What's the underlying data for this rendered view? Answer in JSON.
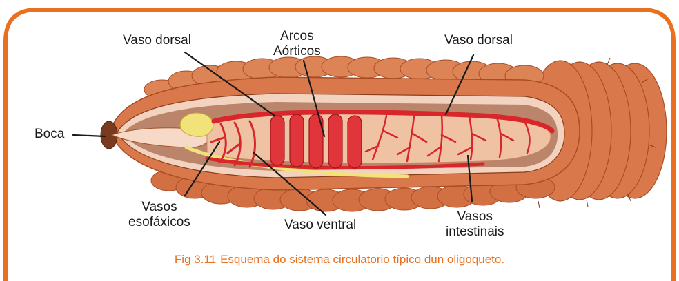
{
  "colors": {
    "frame": "#e8701f",
    "caption": "#e8701f",
    "worm_body": "#d9794b",
    "worm_inner": "#f3d2bf",
    "vessel": "#d8262b",
    "gut": "#efc2a4",
    "yellow": "#f2e27a"
  },
  "labels": {
    "boca": "Boca",
    "vaso_dorsal_left": "Vaso dorsal",
    "arcos_line1": "Arcos",
    "arcos_line2": "Aórticos",
    "vaso_dorsal_right": "Vaso dorsal",
    "vasos_esof_line1": "Vasos",
    "vasos_esof_line2": "esofáxicos",
    "vaso_ventral": "Vaso ventral",
    "vasos_int_line1": "Vasos",
    "vasos_int_line2": "intestinais"
  },
  "caption": {
    "fig_number": "Fig 3.11",
    "text": "Esquema do sistema circulatorio típico dun oligoqueto."
  }
}
